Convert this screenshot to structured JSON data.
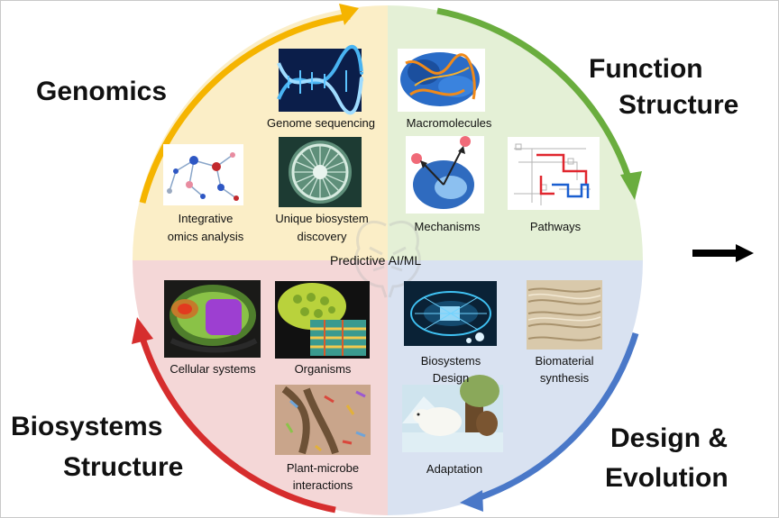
{
  "quadrants": {
    "genomics": {
      "title": "Genomics",
      "color": "#fbeec7"
    },
    "function_structure": {
      "title_line1": "Function",
      "title_line2": "Structure",
      "color": "#e4f0d6"
    },
    "biosystems_structure": {
      "title_line1": "Biosystems",
      "title_line2": "Structure",
      "color": "#f4d7d7"
    },
    "design_evolution": {
      "title_line1": "Design &",
      "title_line2": "Evolution",
      "color": "#d9e2f1"
    }
  },
  "center": {
    "label": "Predictive AI/ML",
    "icon": "brain-icon"
  },
  "arrows": {
    "genomics": "#f5b400",
    "function_structure": "#6aad3e",
    "design_evolution": "#4a78c8",
    "biosystems_structure": "#d62d2d"
  },
  "items": {
    "genome_sequencing": {
      "caption": "Genome sequencing",
      "image": "dna-helix-image"
    },
    "macromolecules": {
      "caption": "Macromolecules",
      "image": "protein-structure-image"
    },
    "integrative_omics": {
      "caption_line1": "Integrative",
      "caption_line2": "omics analysis",
      "image": "network-graph-image"
    },
    "unique_biosystem": {
      "caption_line1": "Unique biosystem",
      "caption_line2": "discovery",
      "image": "diatom-image"
    },
    "mechanisms": {
      "caption": "Mechanisms",
      "image": "enzyme-mechanism-image"
    },
    "pathways": {
      "caption": "Pathways",
      "image": "pathway-map-image"
    },
    "cellular_systems": {
      "caption": "Cellular systems",
      "image": "cell-model-image"
    },
    "organisms": {
      "caption": "Organisms",
      "image": "plant-tissue-image"
    },
    "plant_microbe": {
      "caption_line1": "Plant-microbe",
      "caption_line2": "interactions",
      "image": "root-microbe-image"
    },
    "biosystems_design": {
      "caption_line1": "Biosystems",
      "caption_line2": "Design",
      "image": "circuit-organism-image"
    },
    "biomaterial_synthesis": {
      "caption_line1": "Biomaterial",
      "caption_line2": "synthesis",
      "image": "fiber-material-image"
    },
    "adaptation": {
      "caption": "Adaptation",
      "image": "polar-bear-image"
    }
  }
}
